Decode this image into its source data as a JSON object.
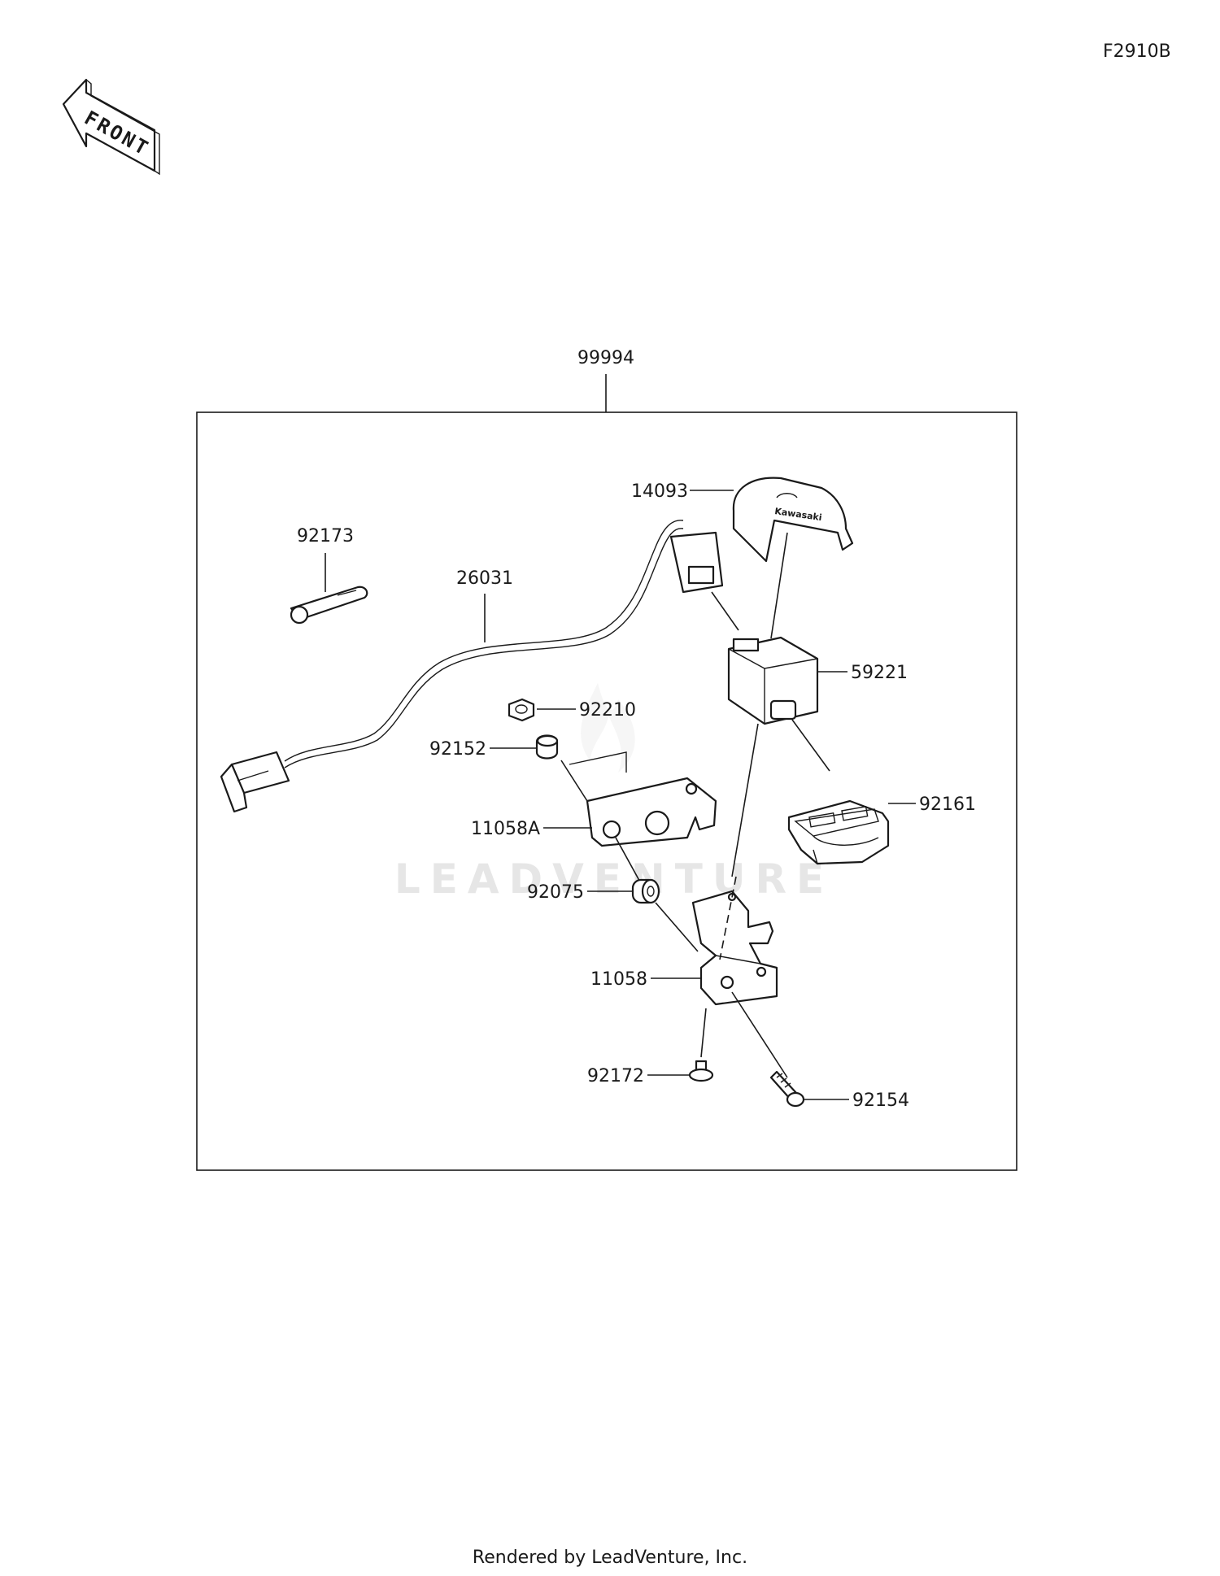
{
  "diagram_code": "F2910B",
  "front_arrow_text": "FRONT",
  "watermark_text": "LEADVENTURE",
  "footer_text": "Rendered by LeadVenture, Inc.",
  "parts": {
    "kit": "99994",
    "cover": "14093",
    "strap": "92173",
    "harness": "26031",
    "module": "59221",
    "nut": "92210",
    "bolt_92152": "92152",
    "bracket_a": "11058A",
    "holder": "92161",
    "grommet": "92075",
    "bracket": "11058",
    "rivet": "92172",
    "screw": "92154"
  }
}
